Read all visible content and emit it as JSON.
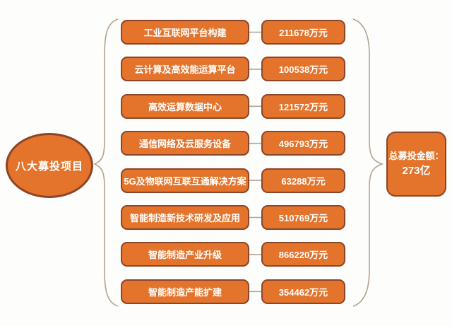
{
  "diagram": {
    "root_label": "八大募投项目",
    "total_box": {
      "label": "总募投金额：",
      "value": "273亿"
    },
    "projects": [
      {
        "name": "工业互联网平台构建",
        "amount": "211678万元"
      },
      {
        "name": "云计算及高效能运算平台",
        "amount": "100538万元"
      },
      {
        "name": "高效运算数据中心",
        "amount": "121572万元"
      },
      {
        "name": "通信网络及云服务设备",
        "amount": "496793万元"
      },
      {
        "name": "5G及物联网互联互通解决方案",
        "amount": "63288万元"
      },
      {
        "name": "智能制造新技术研发及应用",
        "amount": "510769万元"
      },
      {
        "name": "智能制造产业升级",
        "amount": "866220万元"
      },
      {
        "name": "智能制造产能扩建",
        "amount": "354462万元"
      }
    ],
    "colors": {
      "box_fill": "#e4732b",
      "box_border": "#8d4527",
      "connector_line": "#b5a38f",
      "background": "#fdfdfb",
      "text": "#ffffff"
    }
  }
}
